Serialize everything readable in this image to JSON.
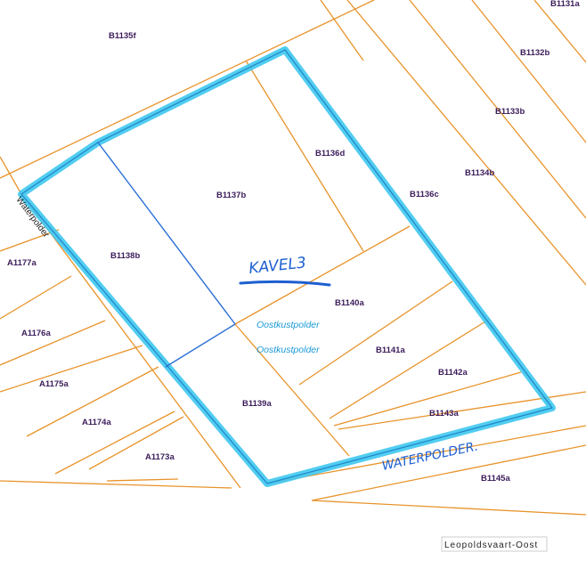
{
  "parcels": {
    "b1131a": "B1131a",
    "b1132b": "B1132b",
    "b1133b": "B1133b",
    "b1134b": "B1134b",
    "b1135f": "B1135f",
    "b1136c": "B1136c",
    "b1136d": "B1136d",
    "b1137b": "B1137b",
    "b1138b": "B1138b",
    "b1139a": "B1139a",
    "b1140a": "B1140a",
    "b1141a": "B1141a",
    "b1142a": "B1142a",
    "b1143a": "B1143a",
    "b1145a": "B1145a",
    "a1173a": "A1173a",
    "a1174a": "A1174a",
    "a1175a": "A1175a",
    "a1176a": "A1176a",
    "a1177a": "A1177a"
  },
  "streets": {
    "waterpolder_left": "Waterpolder",
    "leopoldsvaart": "Leopoldsvaart-Oost"
  },
  "polder_labels": [
    "Oostkustpolder",
    "Oostkustpolder"
  ],
  "handwriting": {
    "kavel": "KAVEL3",
    "waterpolder": "WATERPOLDER."
  },
  "colors": {
    "parcel_border": "#e8932a",
    "highlight": "#3ec8f0",
    "parcel_label": "#3b1c5a",
    "polder_label": "#1a9ad6",
    "handwriting": "#1d5fd1"
  }
}
